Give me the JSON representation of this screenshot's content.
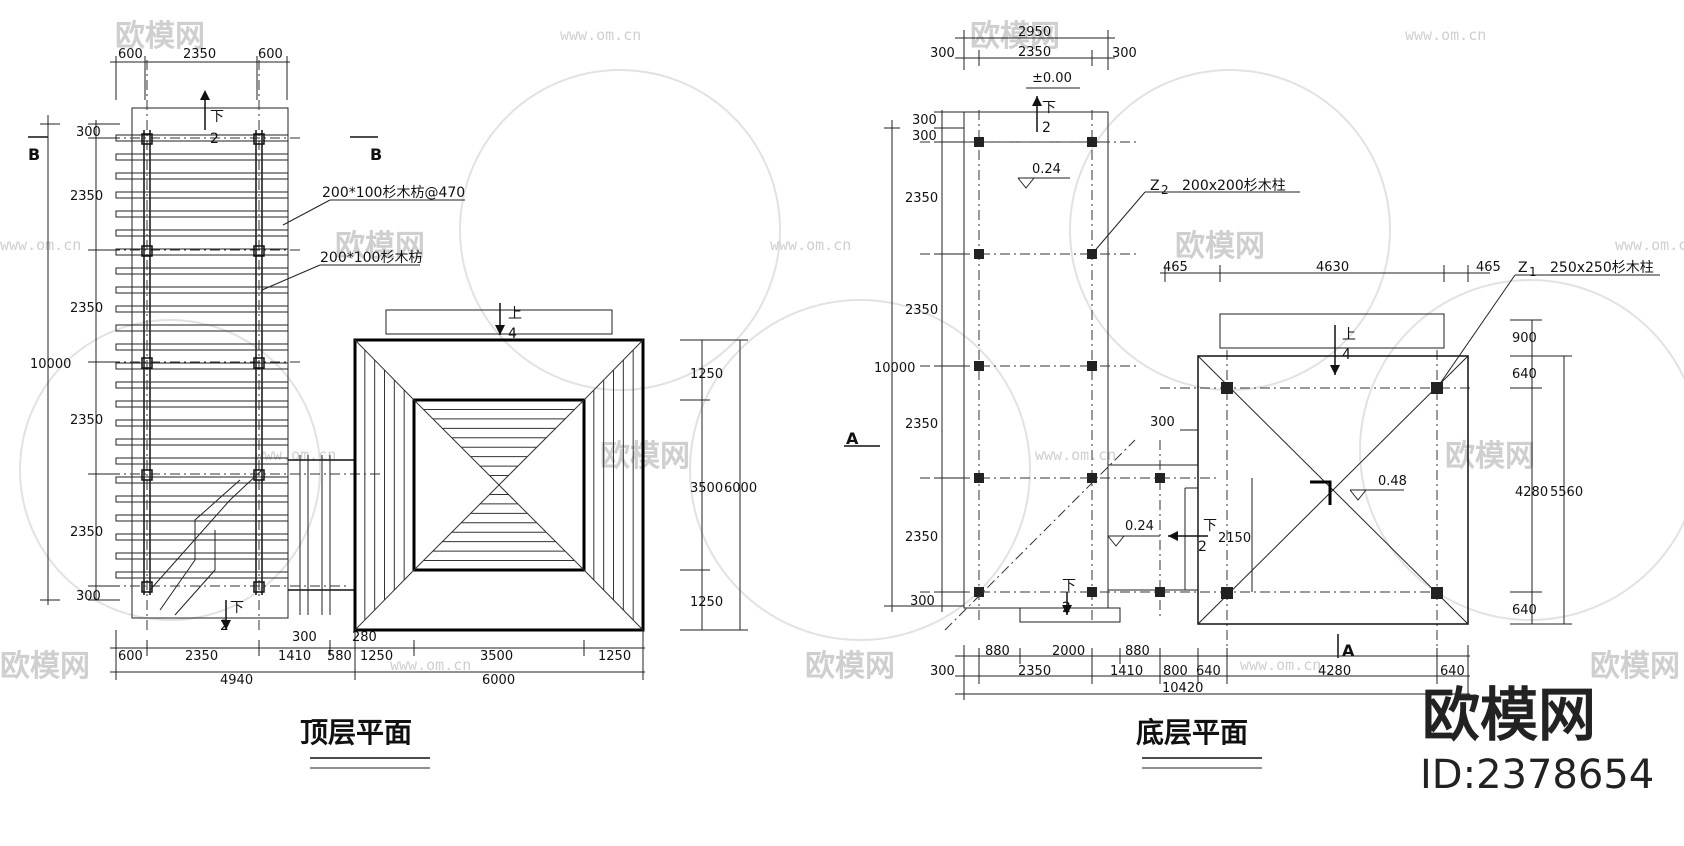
{
  "watermark": {
    "brand": "欧模网",
    "url": "www.om.cn"
  },
  "branding": {
    "name": "欧模网",
    "id": "ID:2378654"
  },
  "top_plan": {
    "title": "顶层平面",
    "section_mark": "B",
    "stair_down": {
      "label": "下",
      "num": "2"
    },
    "stair_up": {
      "label": "上",
      "num": "4"
    },
    "notes": {
      "joist": "200*100杉木枋@470",
      "beam": "200*100杉木枋"
    },
    "dims": {
      "top_left": "600",
      "top_mid": "2350",
      "top_right": "600",
      "left_total": "10000",
      "left_300_top": "300",
      "left_seg1": "2350",
      "left_seg2": "2350",
      "left_seg3": "2350",
      "left_seg4": "2350",
      "left_300_bot": "300",
      "right_1250_top": "1250",
      "right_3500": "3500",
      "right_6000": "6000",
      "right_1250_bot": "1250",
      "b_300": "300",
      "b_280": "280",
      "b_600": "600",
      "b_2350": "2350",
      "b_1410": "1410",
      "b_580": "580",
      "b_1250a": "1250",
      "b_3500": "3500",
      "b_1250b": "1250",
      "b_4940": "4940",
      "b_6000": "6000"
    }
  },
  "ground_plan": {
    "title": "底层平面",
    "section_mark": "A",
    "level_0": "±0.00",
    "level_024a": "0.24",
    "level_024b": "0.24",
    "level_048": "0.48",
    "stair_down_top": {
      "label": "下",
      "num": "2"
    },
    "stair_down_mid": {
      "label": "下",
      "num": "2"
    },
    "stair_down_bot": {
      "label": "下",
      "num": "2"
    },
    "stair_up": {
      "label": "上",
      "num": "4"
    },
    "col_z2": {
      "tag": "Z",
      "sub": "2",
      "desc": "200x200杉木柱"
    },
    "col_z1": {
      "tag": "Z",
      "sub": "1",
      "desc": "250x250杉木柱"
    },
    "dims": {
      "t_2950": "2950",
      "t_300a": "300",
      "t_2350": "2350",
      "t_300b": "300",
      "l_300a": "300",
      "l_300b": "300",
      "l_2350a": "2350",
      "l_2350b": "2350",
      "l_10000": "10000",
      "l_2350c": "2350",
      "l_2350d": "2350",
      "l_300c": "300",
      "p_465a": "465",
      "p_4630": "4630",
      "p_465b": "465",
      "p_300": "300",
      "p_2150": "2150",
      "r_900": "900",
      "r_640a": "640",
      "r_4280": "4280",
      "r_5560": "5560",
      "r_640b": "640",
      "b_880a": "880",
      "b_2000": "2000",
      "b_880b": "880",
      "b_640a": "640",
      "b_4280": "4280",
      "b_640b": "640",
      "b_300": "300",
      "b_2350": "2350",
      "b_1410": "1410",
      "b_800": "800",
      "b_10420": "10420"
    }
  }
}
